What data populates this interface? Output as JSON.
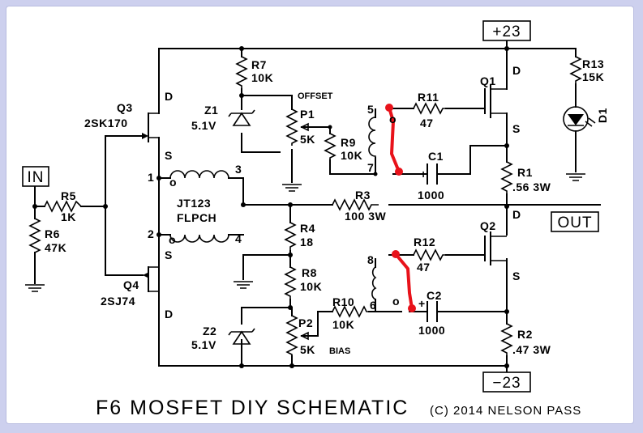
{
  "title": "F6 MOSFET DIY SCHEMATIC",
  "copyright": "(C) 2014 NELSON PASS",
  "rails": {
    "pos": "+23",
    "neg": "−23"
  },
  "ports": {
    "in": "IN",
    "out": "OUT"
  },
  "transistors": {
    "q1": {
      "name": "Q1",
      "d": "D",
      "s": "S"
    },
    "q2": {
      "name": "Q2",
      "d": "D",
      "s": "S"
    },
    "q3": {
      "name": "Q3",
      "part": "2SK170",
      "d": "D",
      "s": "S"
    },
    "q4": {
      "name": "Q4",
      "part": "2SJ74",
      "d": "D",
      "s": "S"
    }
  },
  "resistors": {
    "r1": {
      "name": "R1",
      "value": ".56 3W"
    },
    "r2": {
      "name": "R2",
      "value": ".47 3W"
    },
    "r3": {
      "name": "R3",
      "value": "100 3W"
    },
    "r4": {
      "name": "R4",
      "value": "18"
    },
    "r5": {
      "name": "R5",
      "value": "1K"
    },
    "r6": {
      "name": "R6",
      "value": "47K"
    },
    "r7": {
      "name": "R7",
      "value": "10K"
    },
    "r8": {
      "name": "R8",
      "value": "10K"
    },
    "r9": {
      "name": "R9",
      "value": "10K"
    },
    "r10": {
      "name": "R10",
      "value": "10K"
    },
    "r11": {
      "name": "R11",
      "value": "47"
    },
    "r12": {
      "name": "R12",
      "value": "47"
    },
    "r13": {
      "name": "R13",
      "value": "15K"
    }
  },
  "pots": {
    "p1": {
      "name": "P1",
      "value": "5K",
      "label": "OFFSET"
    },
    "p2": {
      "name": "P2",
      "value": "5K",
      "label": "BIAS"
    }
  },
  "zeners": {
    "z1": {
      "name": "Z1",
      "value": "5.1V"
    },
    "z2": {
      "name": "Z2",
      "value": "5.1V"
    }
  },
  "caps": {
    "c1": {
      "name": "C1",
      "value": "1000",
      "plus": "+"
    },
    "c2": {
      "name": "C2",
      "value": "1000",
      "plus": "+"
    }
  },
  "led": {
    "name": "D1"
  },
  "transformer": {
    "name": "JT123",
    "part": "FLPCH",
    "pins": {
      "p1": "1",
      "p2": "2",
      "p3": "3",
      "p4": "4",
      "p5": "5",
      "p6": "6",
      "p7": "7",
      "p8": "8"
    },
    "dot": "o"
  },
  "colors": {
    "jumper": "#e8121a",
    "background": "#cdd0ee"
  }
}
